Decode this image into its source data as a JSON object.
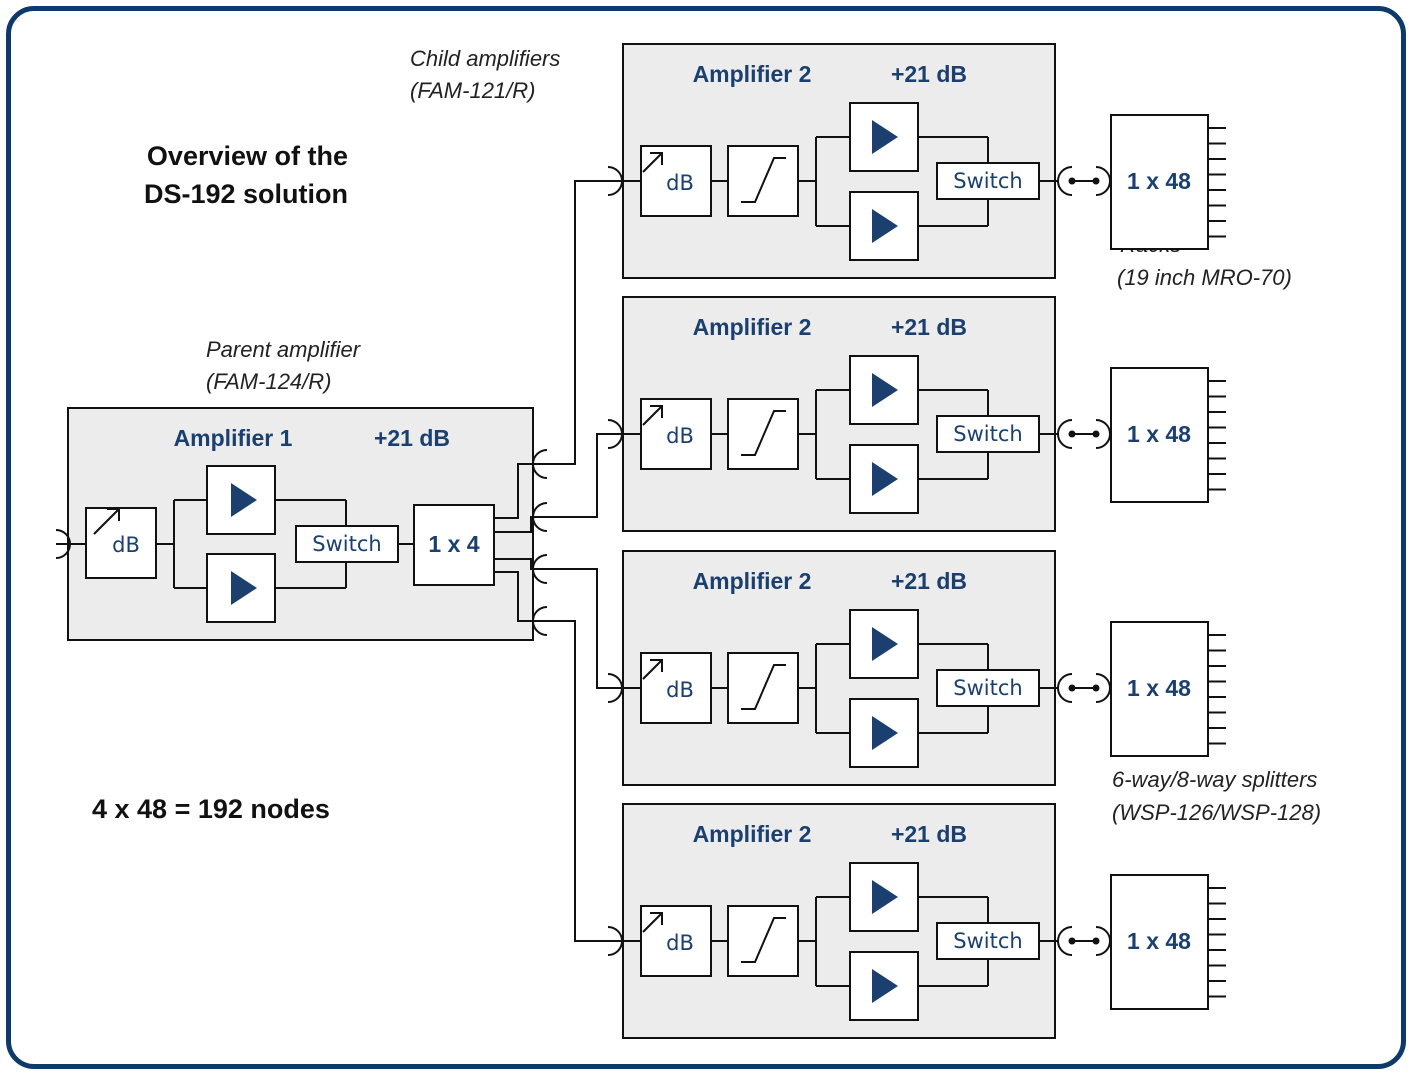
{
  "heading": {
    "line1": "Overview of the",
    "line2": "DS-192 solution"
  },
  "nodes_formula": "4 x 48 = 192 nodes",
  "parent": {
    "note_line1": "Parent amplifier",
    "note_line2": "(FAM-124/R)",
    "title": "Amplifier 1",
    "gain": "+21 dB",
    "attenuator_label": "dB",
    "switch_label": "Switch",
    "splitter_label": "1 x 4"
  },
  "children_note": {
    "line1": "Child amplifiers",
    "line2": "(FAM-121/R)"
  },
  "children": [
    {
      "title": "Amplifier 2",
      "gain": "+21 dB",
      "attenuator_label": "dB",
      "switch_label": "Switch",
      "rack_label": "1 x 48"
    },
    {
      "title": "Amplifier 2",
      "gain": "+21 dB",
      "attenuator_label": "dB",
      "switch_label": "Switch",
      "rack_label": "1 x 48"
    },
    {
      "title": "Amplifier 2",
      "gain": "+21 dB",
      "attenuator_label": "dB",
      "switch_label": "Switch",
      "rack_label": "1 x 48"
    },
    {
      "title": "Amplifier 2",
      "gain": "+21 dB",
      "attenuator_label": "dB",
      "switch_label": "Switch",
      "rack_label": "1 x 48"
    }
  ],
  "racks_note": {
    "line1": "Racks",
    "line2": "(19 inch MRO-70)"
  },
  "splitters_note": {
    "line1": "6-way/8-way splitters",
    "line2": "(WSP-126/WSP-128)"
  },
  "colors": {
    "border": "#0e3a6b",
    "accent": "#1b3f6e",
    "box_fill": "#ececec"
  }
}
